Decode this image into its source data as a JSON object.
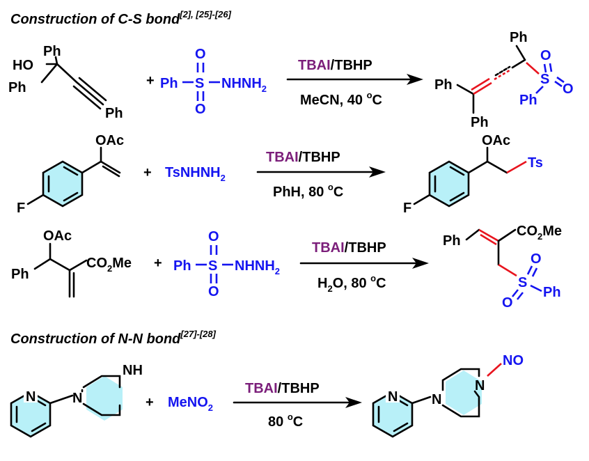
{
  "headers": {
    "cs": {
      "text": "Construction of C-S bond",
      "refs": "[2], [25]-[26]"
    },
    "nn": {
      "text": "Construction of N-N bond",
      "refs": "[27]-[28]"
    }
  },
  "plus": "+",
  "catalyst": {
    "tbai": "TBAI",
    "slash_tbhp": "/TBHP"
  },
  "reaction1": {
    "reagent": {
      "ph": "Ph",
      "s": "S",
      "o": "O",
      "nhnh": "NHNH",
      "two": "2"
    },
    "conditions": {
      "solvent": "MeCN, 40 ",
      "deg": "o",
      "unit": "C"
    },
    "substrate": {
      "ho": "HO",
      "ph_top": "Ph",
      "ph_left": "Ph",
      "ph_right": "Ph"
    },
    "product": {
      "ph_top": "Ph",
      "ph_left": "Ph",
      "ph_bottom": "Ph",
      "ph_s": "Ph",
      "s": "S",
      "o": "O"
    }
  },
  "reaction2": {
    "reagent": {
      "ts": "TsNHNH",
      "two": "2"
    },
    "conditions": {
      "solvent": "PhH, 80 ",
      "deg": "o",
      "unit": "C"
    },
    "substrate": {
      "oac": "OAc",
      "f": "F"
    },
    "product": {
      "oac": "OAc",
      "f": "F",
      "ts": "Ts"
    }
  },
  "reaction3": {
    "reagent": {
      "ph": "Ph",
      "s": "S",
      "o": "O",
      "nhnh": "NHNH",
      "two": "2"
    },
    "conditions": {
      "h": "H",
      "two": "2",
      "o_solvent": "O, 80 ",
      "deg": "o",
      "unit": "C"
    },
    "substrate": {
      "oac": "OAc",
      "ph": "Ph",
      "co2": "CO",
      "two": "2",
      "me": "Me"
    },
    "product": {
      "ph": "Ph",
      "co2": "CO",
      "two": "2",
      "me": "Me",
      "s": "S",
      "o": "O",
      "ph_s": "Ph"
    }
  },
  "reaction4": {
    "reagent": {
      "me": "MeNO",
      "two": "2"
    },
    "conditions": {
      "temp": "80 ",
      "deg": "o",
      "unit": "C"
    },
    "substrate": {
      "n_py": "N",
      "n_pip": "N",
      "nh": "NH"
    },
    "product": {
      "n_py": "N",
      "n_pip": "N",
      "n_no": "N",
      "no": "NO"
    }
  },
  "colors": {
    "reagent_blue": "#1414f0",
    "catalyst_purple": "#7b1e7a",
    "new_bond_red": "#e8141e",
    "aromatic_fill": "#b8f0f8"
  }
}
